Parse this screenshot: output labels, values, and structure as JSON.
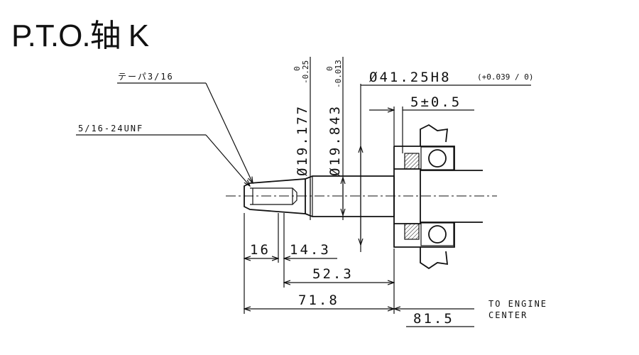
{
  "title": "P.T.O.轴 K",
  "labels": {
    "taper": "テーパ3/16",
    "thread": "5/16-24UNF",
    "dia_19_177": "Ø19.177",
    "tol_19_177_upper": "0",
    "tol_19_177_lower": "-0.25",
    "dia_19_843": "Ø19.843",
    "tol_19_843_upper": "0",
    "tol_19_843_lower": "-0.013",
    "dia_41_25": "Ø41.25H8",
    "tol_41_25": "(+0.039 / 0)",
    "offset": "5±0.5",
    "len_16": "16",
    "len_14_3": "14.3",
    "len_52_3": "52.3",
    "len_71_8": "71.8",
    "len_81_5": "81.5",
    "engine_center_1": "TO ENGINE",
    "engine_center_2": "CENTER"
  }
}
